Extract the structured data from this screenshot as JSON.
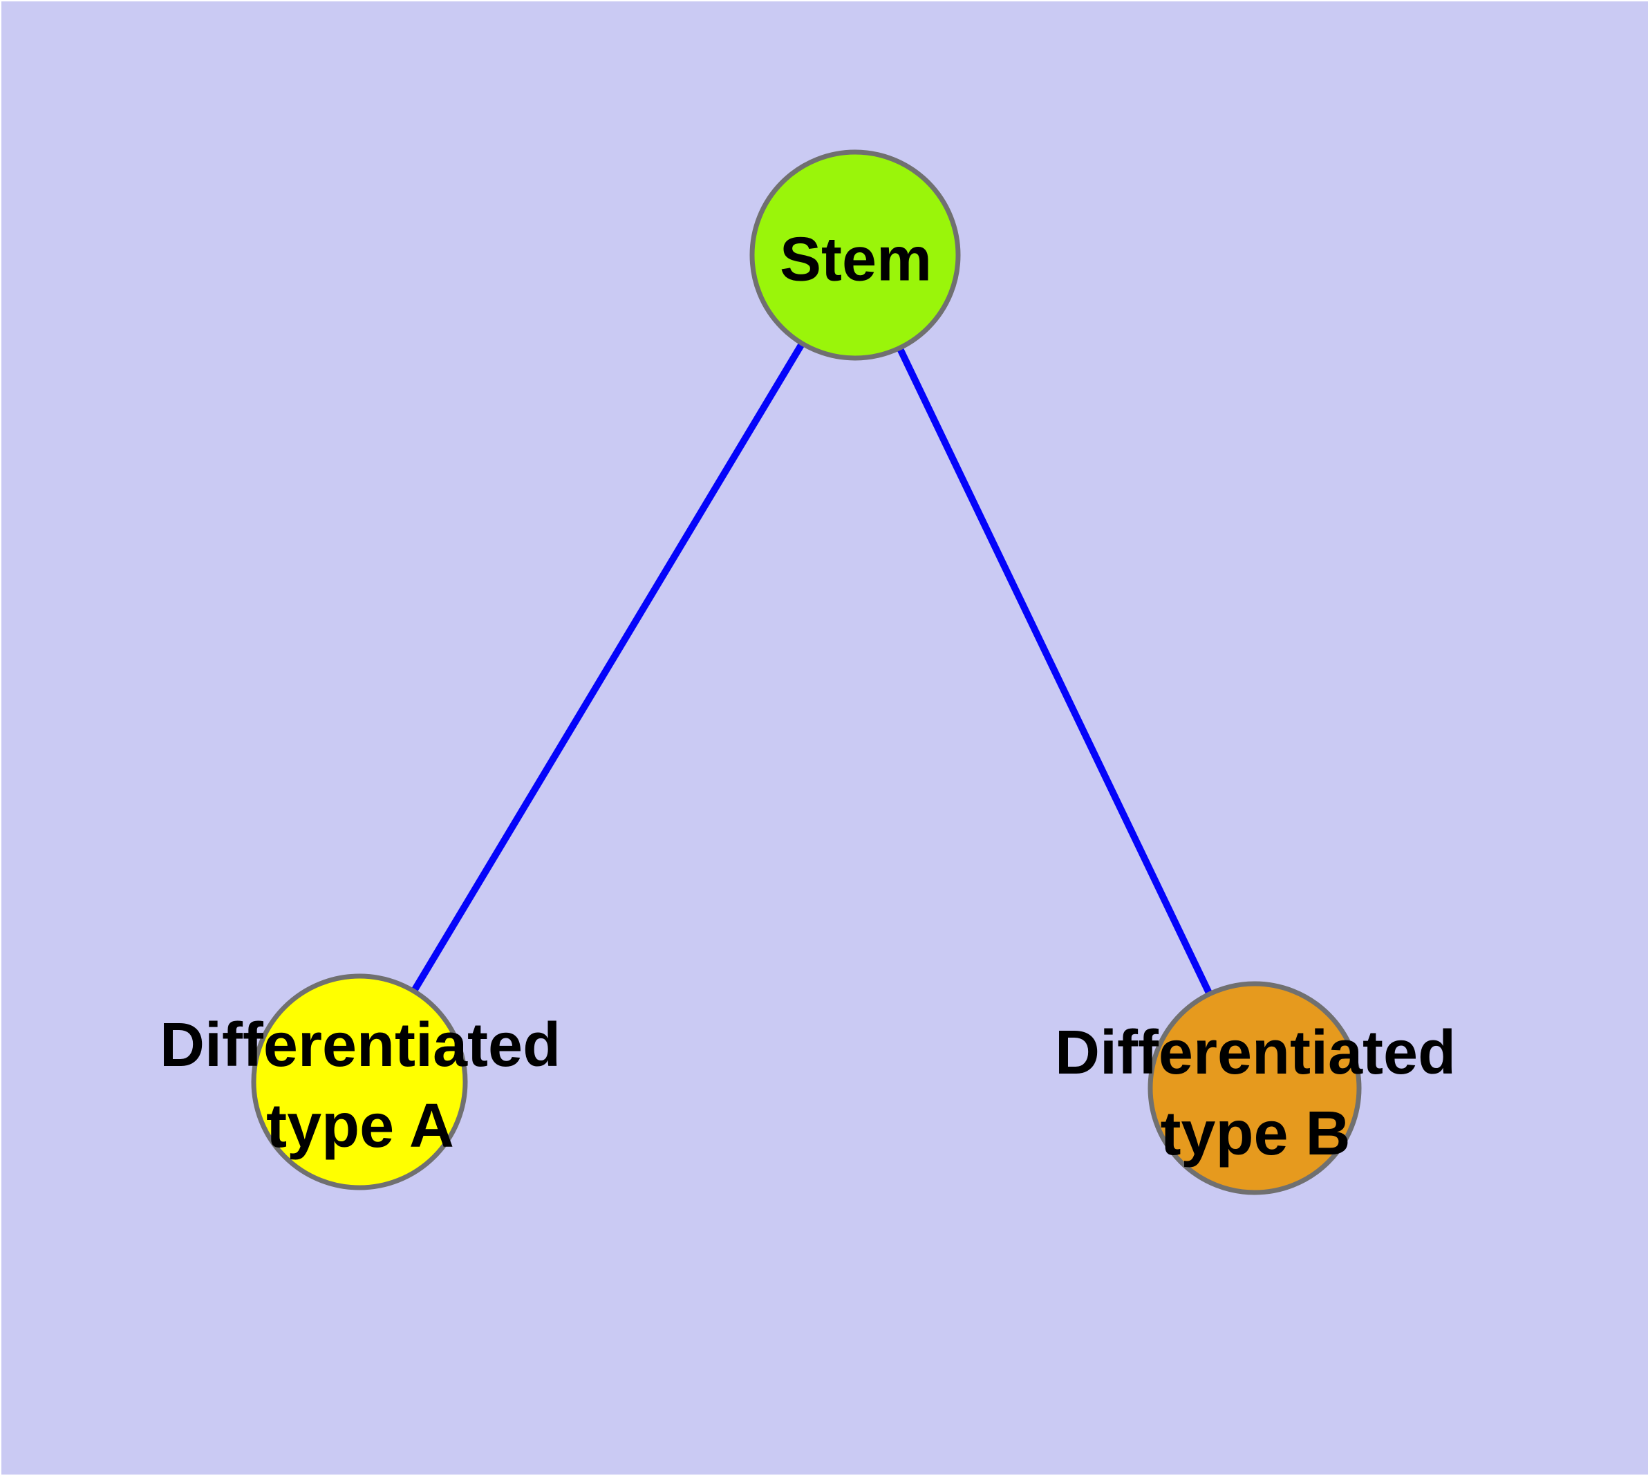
{
  "diagram": {
    "background_color": "#CACAF3",
    "page_margin_color": "#FFFFFF",
    "node_border_color": "#707070",
    "edge_color": "#0404FA",
    "label_color": "#000000",
    "nodes": [
      {
        "id": "stem",
        "label": "Stem",
        "fill": "#9AF50A"
      },
      {
        "id": "differentiated-type-a",
        "label": "Differentiated\ntype A",
        "fill": "#FFFF00"
      },
      {
        "id": "differentiated-type-b",
        "label": "Differentiated\ntype B",
        "fill": "#E69A1E"
      }
    ],
    "edges": [
      {
        "from": "Stem",
        "to": "Differentiated type A"
      },
      {
        "from": "Stem",
        "to": "Differentiated type B"
      }
    ]
  }
}
